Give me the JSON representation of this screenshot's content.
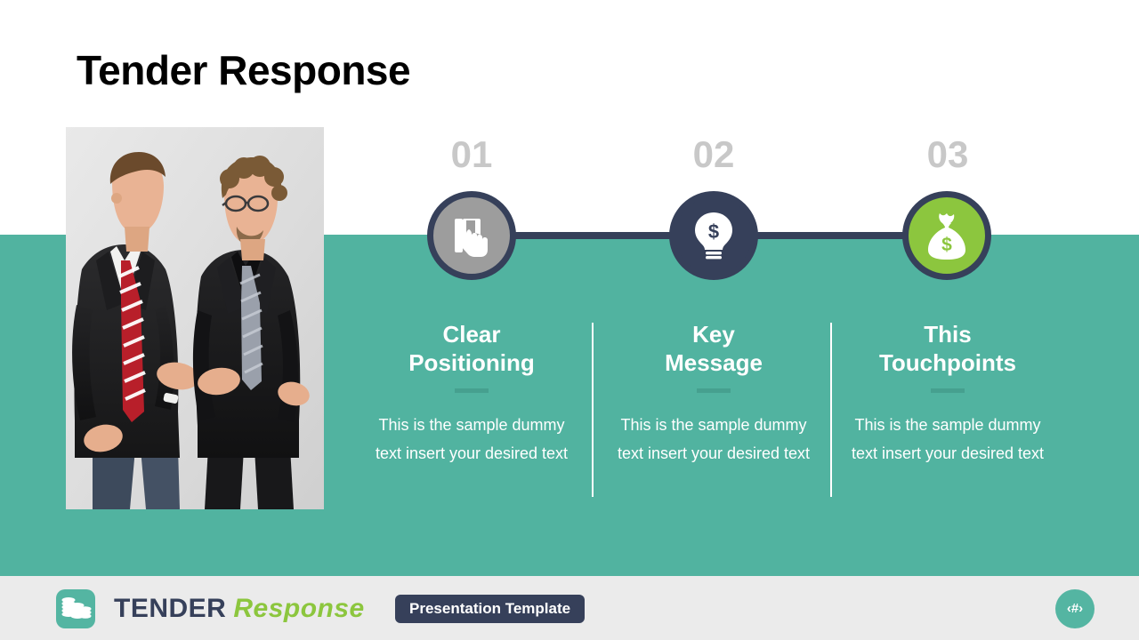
{
  "slide": {
    "title": "Tender Response",
    "background_color": "#ffffff",
    "band_color": "#51b3a0",
    "navy_color": "#36405a",
    "green_color": "#8cc63e",
    "gray_color": "#9d9d9d"
  },
  "photo": {
    "alt": "Two businessmen in dark suits talking"
  },
  "steps": [
    {
      "number": "01",
      "icon": "hand-touch-icon",
      "circle_fill": "#9d9d9d",
      "heading": "Clear\nPositioning",
      "body": "This is the sample dummy  text insert your desired text"
    },
    {
      "number": "02",
      "icon": "lightbulb-dollar-icon",
      "circle_fill": "#36405a",
      "heading": "Key\nMessage",
      "body": "This is the sample dummy  text insert your desired text"
    },
    {
      "number": "03",
      "icon": "money-bag-icon",
      "circle_fill": "#8cc63e",
      "heading": "This\nTouchpoints",
      "body": "This is the sample dummy  text insert your desired text"
    }
  ],
  "footer": {
    "logo_icon": "coin-stack-icon",
    "wordmark_primary": "TENDER",
    "wordmark_secondary": "Response",
    "badge_label": "Presentation Template",
    "slide_number": "‹#›"
  }
}
